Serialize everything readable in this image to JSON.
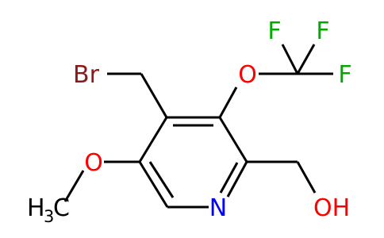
{
  "colors": {
    "bond": "#000000",
    "Br": "#8B1A1A",
    "O": "#FF0000",
    "N": "#0000FF",
    "F": "#00AA00",
    "C": "#000000"
  },
  "atoms": {
    "br": "Br",
    "o_ocf3": "O",
    "f_top_left": "F",
    "f_top_right": "F",
    "f_right": "F",
    "o_methoxy": "O",
    "methyl_h": "H",
    "methyl_sub": "3",
    "methyl_c": "C",
    "n_ring": "N",
    "oh": "OH"
  }
}
